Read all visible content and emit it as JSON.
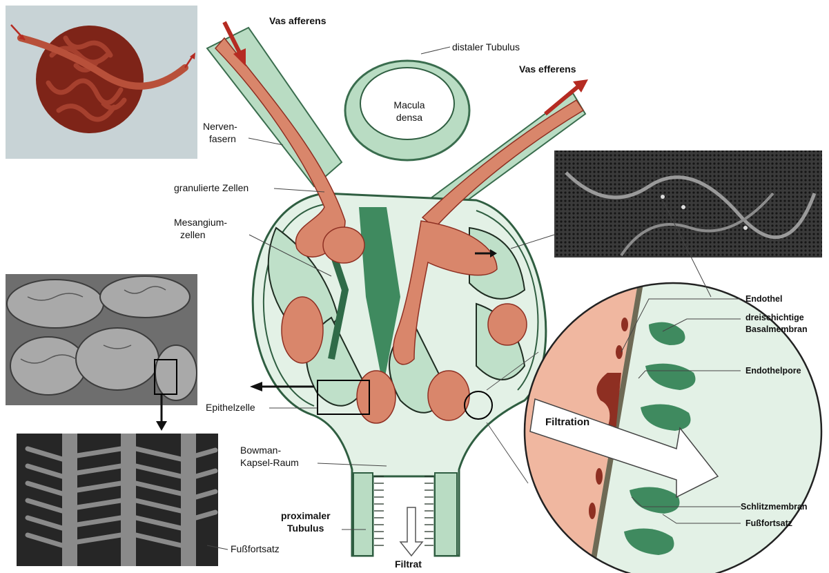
{
  "labels": {
    "vas_afferens": "Vas afferens",
    "distaler_tubulus": "distaler Tubulus",
    "vas_efferens": "Vas efferens",
    "macula_densa_1": "Macula",
    "macula_densa_2": "densa",
    "nervenfasern_1": "Nerven-",
    "nervenfasern_2": "fasern",
    "granulierte_zellen": "granulierte Zellen",
    "mesangium_1": "Mesangium-",
    "mesangium_2": "zellen",
    "epithelzelle": "Epithelzelle",
    "bowman_1": "Bowman-",
    "bowman_2": "Kapsel-Raum",
    "proximaler_1": "proximaler",
    "proximaler_2": "Tubulus",
    "filtrat": "Filtrat",
    "fussfortsatz_left": "Fußfortsatz",
    "endothel": "Endothel",
    "basalmembran_1": "dreischichtige",
    "basalmembran_2": "Basalmembran",
    "endothelpore": "Endothelpore",
    "filtration": "Filtration",
    "schlitzmembran": "Schlitzmembran",
    "fussfortsatz_right": "Fußfortsatz"
  },
  "colors": {
    "blood": "#d9866b",
    "blood_dark": "#8e2f22",
    "cell_green": "#3f8a5f",
    "light_green": "#cfe8d6",
    "tissue_green": "#e3f1e6",
    "arrow_red": "#b52b22"
  }
}
